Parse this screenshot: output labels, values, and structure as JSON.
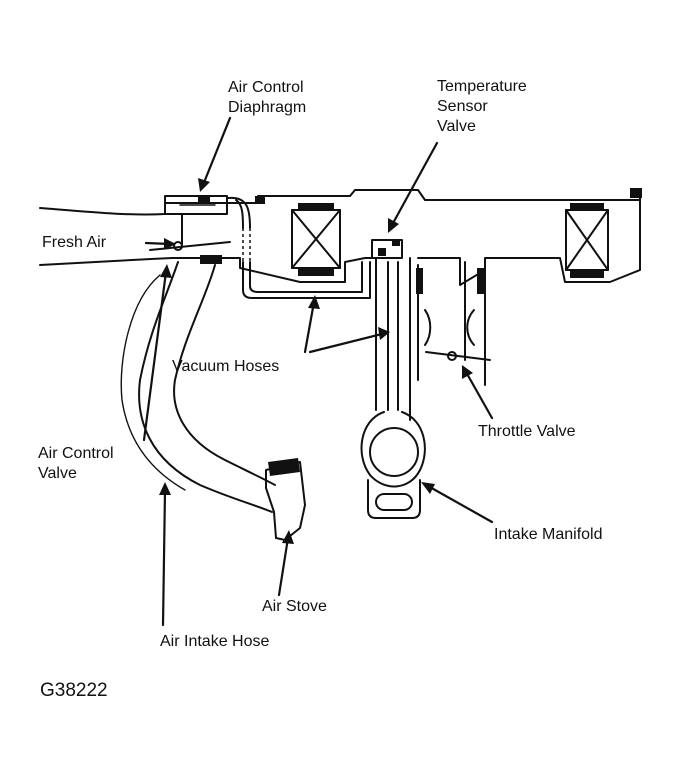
{
  "labels": {
    "air_control_diaphragm": [
      "Air Control",
      "Diaphragm"
    ],
    "temperature_sensor_valve": [
      "Temperature",
      "Sensor",
      "Valve"
    ],
    "fresh_air": "Fresh Air",
    "vacuum_hoses": "Vacuum Hoses",
    "throttle_valve": "Throttle Valve",
    "air_control_valve": [
      "Air Control",
      "Valve"
    ],
    "intake_manifold": "Intake Manifold",
    "air_stove": "Air Stove",
    "air_intake_hose": "Air Intake Hose"
  },
  "figure_id": "G38222",
  "colors": {
    "ink": "#111111",
    "paper": "#ffffff"
  }
}
